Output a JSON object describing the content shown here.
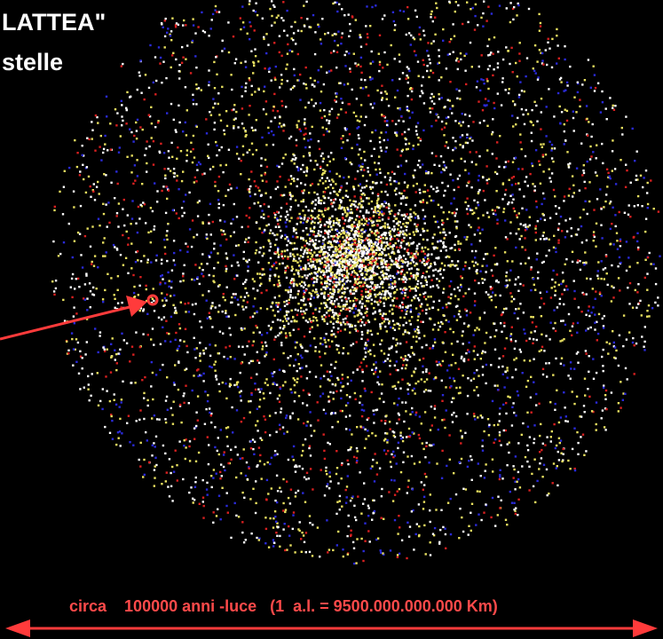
{
  "title": {
    "line1": "LATTEA\"",
    "line2": "stelle"
  },
  "scale_label": "circa    100000 anni -luce   (1  a.l. = 9500.000.000.000 Km)",
  "colors": {
    "background": "#000000",
    "annotation": "#ff3b3b",
    "title_text": "#ffffff",
    "star_white": "#ffffff",
    "star_yellow": "#e8e060",
    "star_blue": "#2a2ad8",
    "star_red": "#d82020"
  },
  "icons": {
    "sun_position_marker": "circle-marker-icon",
    "pointer": "arrow-icon",
    "scale_bar": "double-headed-arrow-icon"
  }
}
